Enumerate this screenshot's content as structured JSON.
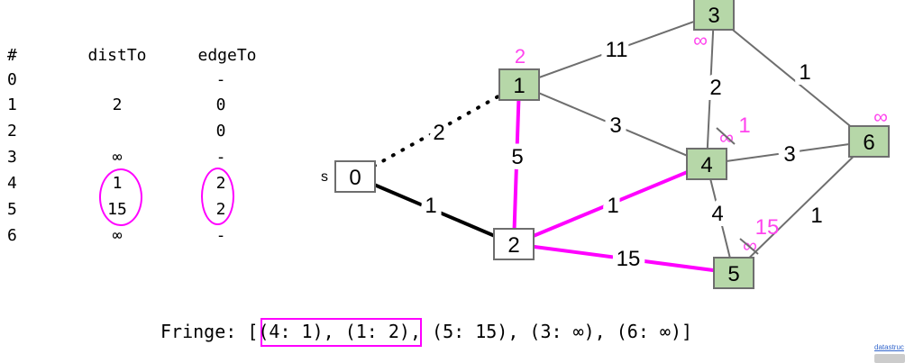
{
  "table": {
    "headers": [
      "#",
      "distTo",
      "edgeTo"
    ],
    "rows": [
      {
        "v": "0",
        "dist": "",
        "edge": "-"
      },
      {
        "v": "1",
        "dist": "2",
        "edge": "0"
      },
      {
        "v": "2",
        "dist": "",
        "edge": "0"
      },
      {
        "v": "3",
        "dist": "∞",
        "edge": "-"
      },
      {
        "v": "4",
        "dist": "1",
        "edge": "2"
      },
      {
        "v": "5",
        "dist": "15",
        "edge": "2"
      },
      {
        "v": "6",
        "dist": "∞",
        "edge": "-"
      }
    ]
  },
  "graph": {
    "source_label": "s",
    "nodes": [
      {
        "id": "0",
        "visited": false
      },
      {
        "id": "1",
        "visited": true
      },
      {
        "id": "2",
        "visited": false
      },
      {
        "id": "3",
        "visited": true
      },
      {
        "id": "4",
        "visited": true
      },
      {
        "id": "5",
        "visited": true
      },
      {
        "id": "6",
        "visited": true
      }
    ],
    "edges": [
      {
        "from": "0",
        "to": "1",
        "weight": "2",
        "style": "dotted"
      },
      {
        "from": "0",
        "to": "2",
        "weight": "1",
        "style": "bold"
      },
      {
        "from": "1",
        "to": "2",
        "weight": "5",
        "style": "highlight"
      },
      {
        "from": "1",
        "to": "3",
        "weight": "11",
        "style": "normal"
      },
      {
        "from": "1",
        "to": "4",
        "weight": "3",
        "style": "normal"
      },
      {
        "from": "2",
        "to": "4",
        "weight": "1",
        "style": "highlight"
      },
      {
        "from": "2",
        "to": "5",
        "weight": "15",
        "style": "highlight"
      },
      {
        "from": "3",
        "to": "4",
        "weight": "2",
        "style": "normal"
      },
      {
        "from": "3",
        "to": "6",
        "weight": "1",
        "style": "normal"
      },
      {
        "from": "4",
        "to": "6",
        "weight": "3",
        "style": "normal"
      },
      {
        "from": "4",
        "to": "5",
        "weight": "4",
        "style": "normal"
      },
      {
        "from": "5",
        "to": "6",
        "weight": "1",
        "style": "normal"
      }
    ],
    "annotations": {
      "n1": "2",
      "n3": "∞",
      "n4": "1",
      "n4_old": "∞",
      "n5": "15",
      "n5_old": "∞",
      "n6": "∞"
    }
  },
  "fringe": {
    "label": "Fringe: [",
    "highlighted": "(4: 1), (1: 2)",
    "rest": ", (5: 15), (3: ∞), (6: ∞)]"
  },
  "credit": "datastruc",
  "colors": {
    "highlight": "#ff00ff",
    "visited": "#b6d7a8",
    "edge": "#6e6e6e"
  }
}
